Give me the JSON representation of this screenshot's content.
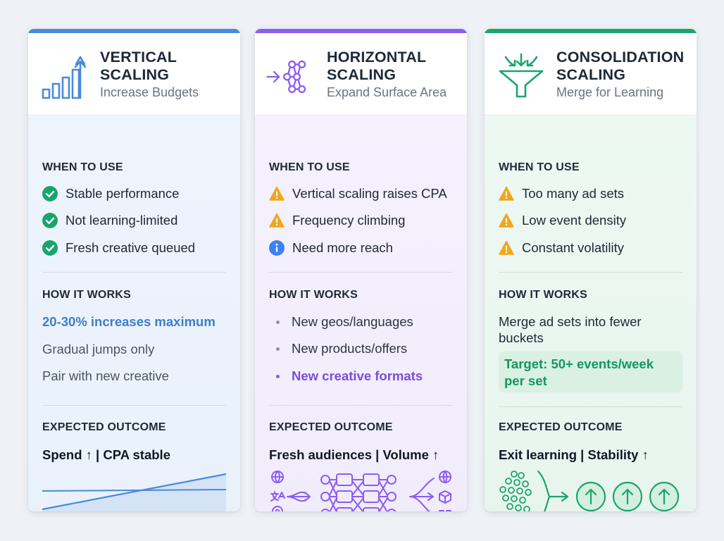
{
  "cards": [
    {
      "title": "VERTICAL SCALING",
      "subtitle": "Increase Budgets",
      "when_label": "WHEN TO USE",
      "when_items": [
        "Stable performance",
        "Not learning-limited",
        "Fresh creative queued"
      ],
      "how_label": "HOW IT WORKS",
      "how_items": [
        "20-30% increases maximum",
        "Gradual jumps only",
        "Pair with new creative"
      ],
      "outcome_label": "EXPECTED OUTCOME",
      "outcome": "Spend ↑ | CPA stable"
    },
    {
      "title": "HORIZONTAL SCALING",
      "subtitle": "Expand Surface Area",
      "when_label": "WHEN TO USE",
      "when_items": [
        "Vertical scaling raises CPA",
        "Frequency climbing",
        "Need more reach"
      ],
      "how_label": "HOW IT WORKS",
      "how_items": [
        "New geos/languages",
        "New products/offers",
        "New creative formats"
      ],
      "outcome_label": "EXPECTED OUTCOME",
      "outcome": "Fresh audiences | Volume ↑"
    },
    {
      "title": "CONSOLIDATION SCALING",
      "subtitle": "Merge for Learning",
      "when_label": "WHEN TO USE",
      "when_items": [
        "Too many ad sets",
        "Low event density",
        "Constant volatility"
      ],
      "how_label": "HOW IT WORKS",
      "how_text_line1": "Merge ad sets into fewer",
      "how_text_line2": "buckets",
      "how_target_line1": "Target: 50+ events/week",
      "how_target_line2": "per set",
      "outcome_label": "EXPECTED OUTCOME",
      "outcome": "Exit learning | Stability ↑"
    }
  ],
  "colors": {
    "blue": "#4a8ad8",
    "purple": "#8b5cf6",
    "green": "#1aa56b",
    "check": "#18a56b",
    "warning": "#f2a61a",
    "info": "#3b82f6"
  },
  "icons": {
    "card1": "bar-chart-growth-icon",
    "card2": "expand-network-icon",
    "card3": "funnel-merge-icon"
  }
}
